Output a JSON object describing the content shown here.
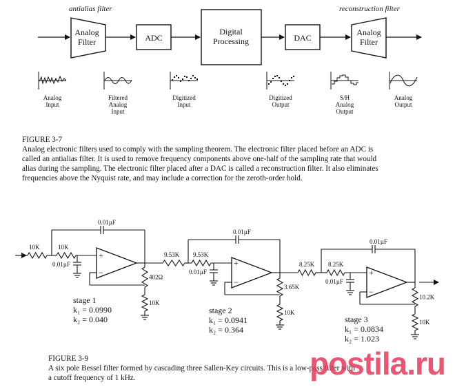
{
  "figure_a": {
    "top_labels": {
      "antialias": "antialias filter",
      "reconstruction": "reconstruction filter"
    },
    "blocks": {
      "analog_filter_1": [
        "Analog",
        "Filter"
      ],
      "adc": "ADC",
      "digital_processing": [
        "Digital",
        "Processing"
      ],
      "dac": "DAC",
      "analog_filter_2": [
        "Analog",
        "Filter"
      ]
    },
    "signals": [
      {
        "lines": [
          "Analog",
          "Input"
        ]
      },
      {
        "lines": [
          "Filtered",
          "Analog",
          "Input"
        ]
      },
      {
        "lines": [
          "Digitized",
          "Input"
        ]
      },
      {
        "lines": [
          "Digitized",
          "Output"
        ]
      },
      {
        "lines": [
          "S/H",
          "Analog",
          "Output"
        ]
      },
      {
        "lines": [
          "Analog",
          "Output"
        ]
      }
    ],
    "caption": {
      "number": "FIGURE 3-7",
      "lines": [
        "Analog electronic filters used to comply with the sampling theorem.  The electronic filter placed before an ADC is",
        "called an antialias filter.  It is used to remove frequency components above one-half of the sampling rate that would",
        "alias during the sampling.  The electronic filter placed after a DAC is called a reconstruction filter.  It also eliminates",
        "frequencies above the Nyquist rate,  and may include a correction for the zeroth-order hold."
      ]
    }
  },
  "figure_b": {
    "stages": [
      {
        "r_in": "10K",
        "r2": "10K",
        "c_fb": "0.01µF",
        "c_gnd": "0.01µF",
        "r_top": "402Ω",
        "r_bot": "10K",
        "title": "stage 1",
        "k1": "k₁ = 0.0990",
        "k2": "k₂ = 0.040"
      },
      {
        "r_in": "9.53K",
        "r2": "9.53K",
        "c_fb": "0.01µF",
        "c_gnd": "0.01µF",
        "r_top": "3.65K",
        "r_bot": "10K",
        "title": "stage 2",
        "k1": "k₁ = 0.0941",
        "k2": "k₂ = 0.364"
      },
      {
        "r_in": "8.25K",
        "r2": "8.25K",
        "c_fb": "0.01µF",
        "c_gnd": "0.01µF",
        "r_top": "10.2K",
        "r_bot": "10K",
        "title": "stage 3",
        "k1": "k₁ = 0.0834",
        "k2": "k₂ = 1.023"
      }
    ],
    "plus": "+",
    "minus": "−",
    "caption": {
      "number": "FIGURE 3-9",
      "lines": [
        "A six pole Bessel filter formed by cascading three Sallen-Key circuits.  This is a low-pass filter with",
        "a cutoff frequency of 1 kHz."
      ]
    }
  },
  "watermark": "postila.ru"
}
